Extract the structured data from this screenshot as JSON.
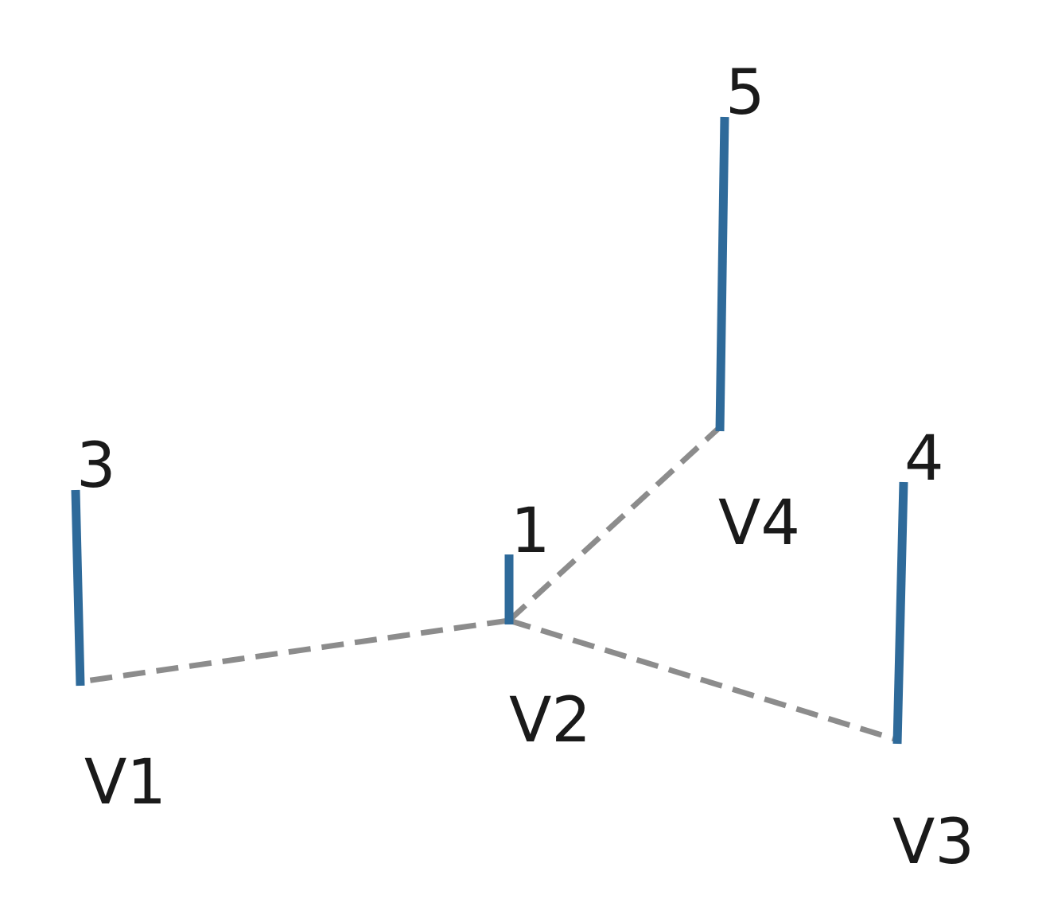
{
  "colors": {
    "stem": "#2e6a9a",
    "edge": "#8c8c8c",
    "text": "#1a1a1a",
    "background": "#ffffff"
  },
  "nodes": [
    {
      "id": "v1",
      "name": "V1",
      "value": "3"
    },
    {
      "id": "v2",
      "name": "V2",
      "value": "1"
    },
    {
      "id": "v3",
      "name": "V3",
      "value": "4"
    },
    {
      "id": "v4",
      "name": "V4",
      "value": "5"
    }
  ],
  "edges": [
    {
      "from": "V2",
      "to": "V1"
    },
    {
      "from": "V2",
      "to": "V3"
    },
    {
      "from": "V2",
      "to": "V4"
    }
  ]
}
